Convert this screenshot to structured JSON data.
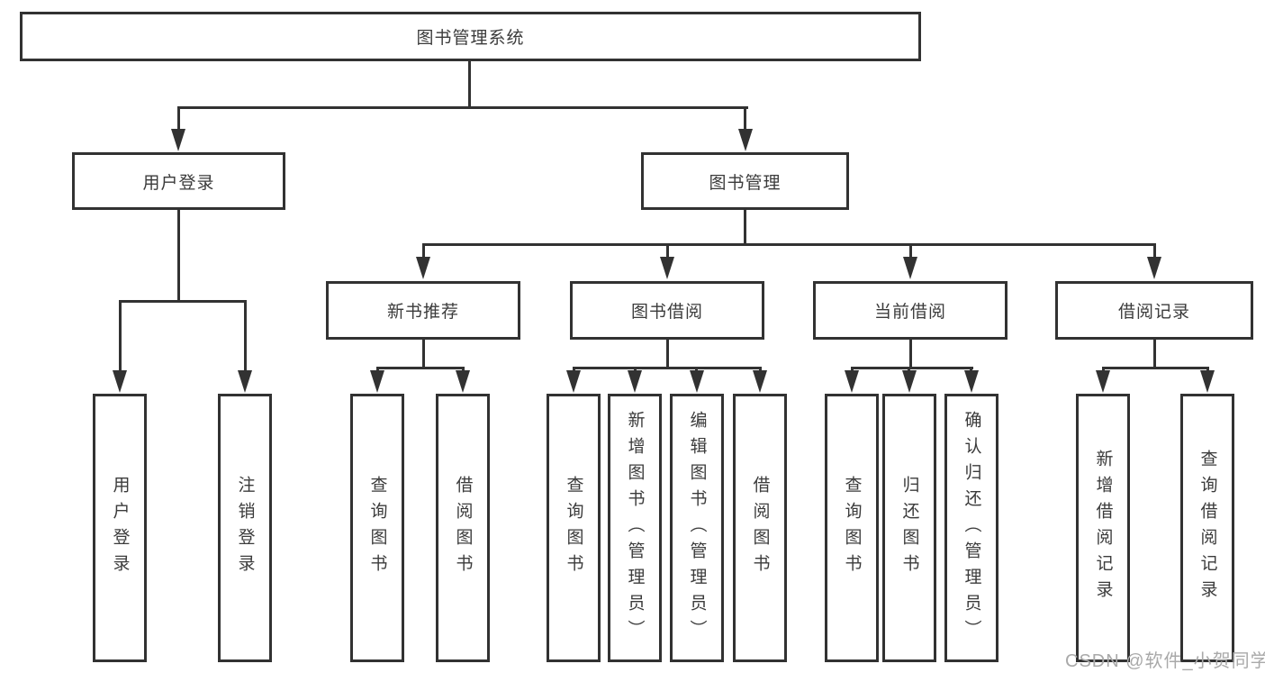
{
  "diagram": {
    "root": {
      "label": "图书管理系统"
    },
    "level2": [
      {
        "label": "用户登录"
      },
      {
        "label": "图书管理"
      }
    ],
    "level3": [
      {
        "label": "新书推荐",
        "parent": "图书管理"
      },
      {
        "label": "图书借阅",
        "parent": "图书管理"
      },
      {
        "label": "当前借阅",
        "parent": "图书管理"
      },
      {
        "label": "借阅记录",
        "parent": "图书管理"
      }
    ],
    "leaves": [
      {
        "label": "用户登录",
        "parent": "用户登录"
      },
      {
        "label": "注销登录",
        "parent": "用户登录"
      },
      {
        "label": "查询图书",
        "parent": "新书推荐"
      },
      {
        "label": "借阅图书",
        "parent": "新书推荐"
      },
      {
        "label": "查询图书",
        "parent": "图书借阅"
      },
      {
        "label": "新增图书（管理员）",
        "parent": "图书借阅"
      },
      {
        "label": "编辑图书（管理员）",
        "parent": "图书借阅"
      },
      {
        "label": "借阅图书",
        "parent": "图书借阅"
      },
      {
        "label": "查询图书",
        "parent": "当前借阅"
      },
      {
        "label": "归还图书",
        "parent": "当前借阅"
      },
      {
        "label": "确认归还（管理员）",
        "parent": "当前借阅"
      },
      {
        "label": "新增借阅记录",
        "parent": "借阅记录"
      },
      {
        "label": "查询借阅记录",
        "parent": "借阅记录"
      }
    ]
  },
  "watermark": {
    "text": "CSDN @软件_小贺同学"
  },
  "colors": {
    "line": "#323232",
    "text": "#3b3b3b",
    "background": "#ffffff",
    "watermark": "#a9a9a9"
  }
}
